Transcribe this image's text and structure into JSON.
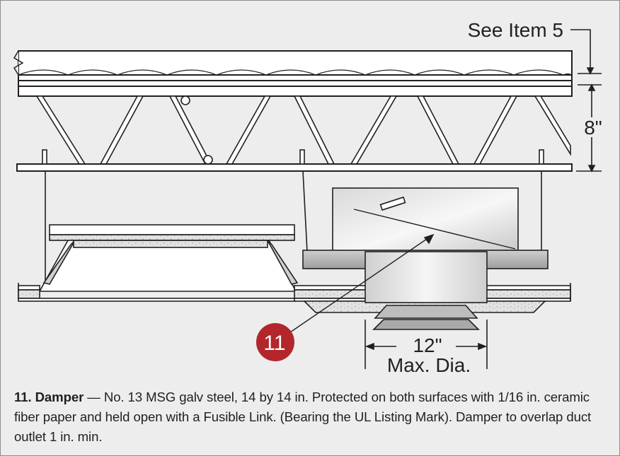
{
  "labels": {
    "see_item": "See Item 5",
    "depth": "8\"",
    "diameter": "12\"",
    "diameter_note": "Max. Dia.",
    "callout_number": "11"
  },
  "caption": {
    "title": "11. Damper",
    "body": " — No. 13 MSG galv steel, 14 by 14 in. Protected on both surfaces with 1/16 in. ceramic fiber paper and held open with a Fusible Link. (Bearing the UL Listing Mark). Damper to overlap duct outlet 1 in. min."
  },
  "colors": {
    "callout_fill": "#b3262b",
    "line": "#231f20",
    "background": "#ededed"
  }
}
